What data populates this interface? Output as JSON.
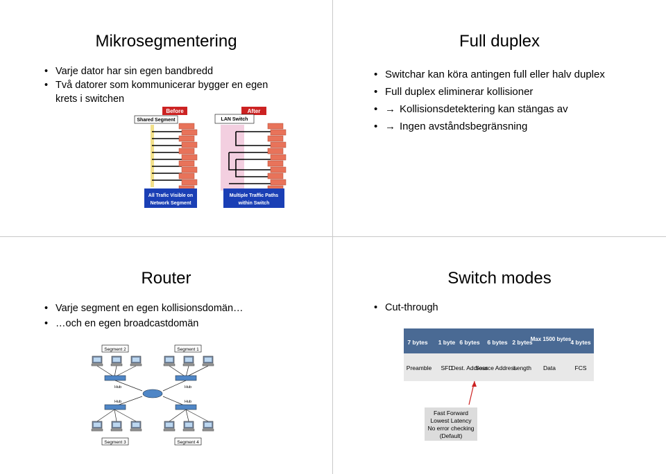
{
  "slides": {
    "s1": {
      "title": "Mikrosegmentering",
      "bullets": [
        "Varje dator har sin egen bandbredd",
        "Två datorer som kommunicerar bygger en egen krets i switchen"
      ],
      "figure": {
        "before_tab": "Before",
        "before_label": "Shared Segment",
        "after_tab": "After",
        "after_label": "LAN Switch",
        "caption_left": [
          "All Trafic Visible on",
          "Network Segment"
        ],
        "caption_right": [
          "Multiple Traffic Paths",
          "within Switch"
        ]
      }
    },
    "s2": {
      "title": "Full duplex",
      "bullets": [
        {
          "text": "Switchar kan köra antingen full eller halv duplex"
        },
        {
          "text": "Full duplex eliminerar kollisioner"
        },
        {
          "arrow": "→",
          "text": "Kollisionsdetektering kan stängas av"
        },
        {
          "arrow": "→",
          "text": "Ingen avståndsbegränsning"
        }
      ]
    },
    "s3": {
      "title": "Router",
      "bullets": [
        "Varje segment en egen kollisionsdomän…",
        "…och en egen broadcastdomän"
      ],
      "figure": {
        "segment_labels": [
          "Segment 2",
          "Segment 1",
          "Segment 3",
          "Segment 4"
        ],
        "hub_label": "Hub"
      }
    },
    "s4": {
      "title": "Switch modes",
      "bullets": [
        "Cut-through"
      ],
      "frame": {
        "sizes": [
          "7 bytes",
          "1 byte",
          "6 bytes",
          "6 bytes",
          "2 bytes",
          "Max 1500 bytes",
          "4 bytes"
        ],
        "fields": [
          "Preamble",
          "SFD",
          "Dest. Address",
          "Source Address",
          "Length",
          "Data",
          "FCS"
        ]
      },
      "callout": [
        "Fast Forward",
        "Lowest Latency",
        "No error checking",
        "(Default)"
      ]
    }
  },
  "colors": {
    "frame_header": "#4a6a94",
    "frame_body": "#e8e8e8",
    "callout": "#dcdcdc",
    "brick": "#e8735a",
    "caption_bg": "#1a3fb5",
    "tab_bg": "#cc2222"
  }
}
